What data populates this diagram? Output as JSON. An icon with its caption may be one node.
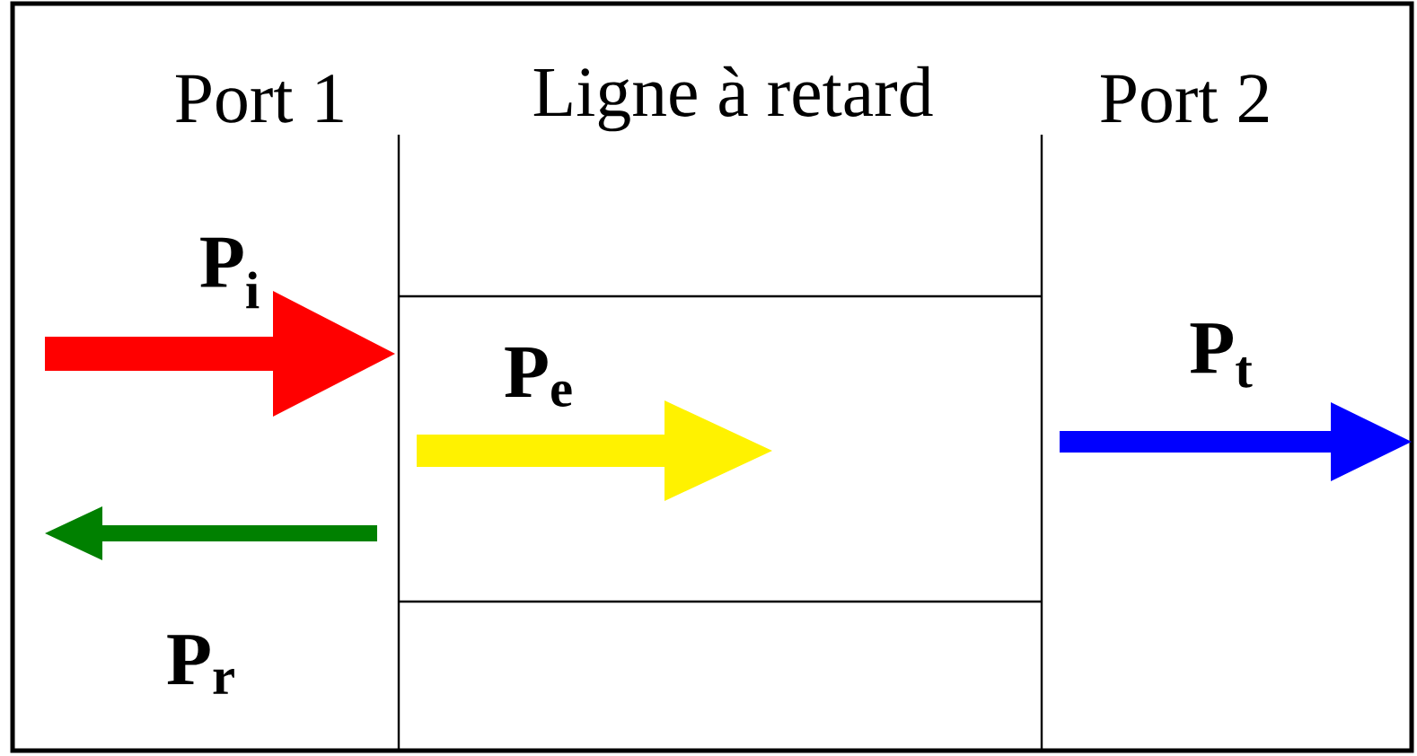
{
  "diagram": {
    "labels": [
      "Port 1",
      "Ligne à retard",
      "Port 2",
      "P$_{i}$",
      "P$_{e}$",
      "P$_{t}$",
      "P$_{r}$"
    ]
  }
}
